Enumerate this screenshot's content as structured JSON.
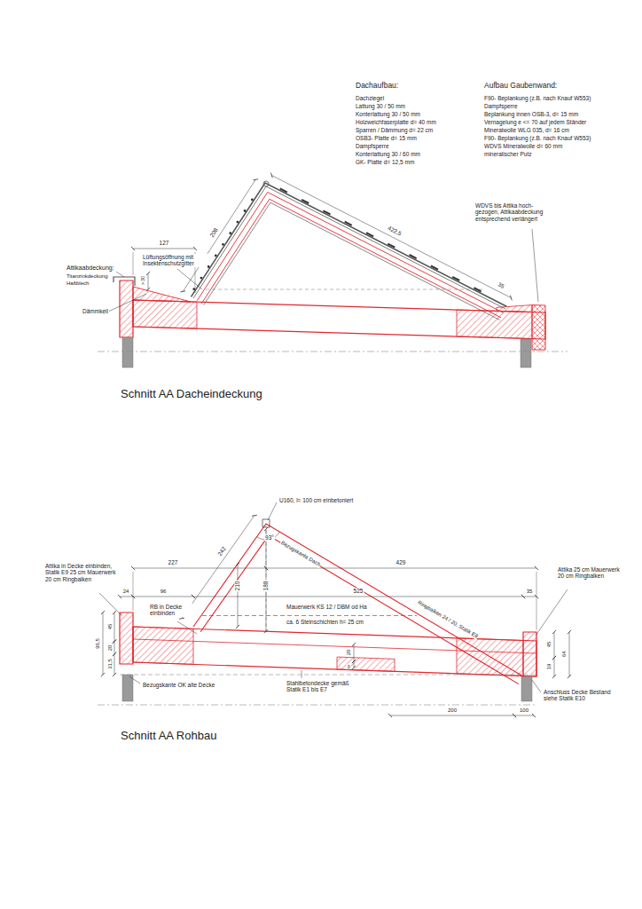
{
  "diagram": {
    "labels": [
      "Dachaufbau:",
      "Dachziegel",
      "Lattung 30 / 50 mm",
      "Konterlattung 30 / 50 mm",
      "Holzweichfaserplatte d= 40 mm",
      "Sparren / Dämmung d= 22 cm",
      "OSB3- Platte d= 15 mm",
      "Dampfsperre",
      "Konterlattung 30 / 60 mm",
      "GK- Platte d= 12,5 mm",
      "Aufbau Gaubenwand:",
      "F90- Beplankung (z.B. nach Knauf W553)",
      "Dampfsperre",
      "Beplankung innen OSB-3, d= 15 mm",
      "Vernagelung e <= 70 auf jedem Ständer",
      "Mineralwolle WLG 035, d= 16 cm",
      "F90- Beplankung (z.B. nach Knauf W553)",
      "WDVS Mineralwolle d= 60 mm",
      "mineralischer Putz",
      "WDVS bis Attika hoch- gezogen, Attikaabdeckung entsprechend verlängert",
      "127",
      "208",
      "422,5",
      "35",
      "Lüftungsöffnung mit Insektenschutzgitter",
      "> 30",
      "Attikaabdeckung:",
      "Titanzinkdeckung",
      "Haftblech",
      "Dämmkeil",
      "Schnitt AA Dacheindeckung",
      "U160, l= 100 cm einbetoniert",
      "242",
      "227",
      "429",
      "210",
      "93°",
      "Bezugskante Dach",
      "188",
      "Mauerwerk KS 12 / DBM od Ha",
      "ca. 6 Steinschichten h= 25 cm",
      "Ringbalken 24 / 20, Statik E8",
      "24",
      "96",
      "525",
      "35",
      "Attika in Decke einbinden, Statik E9 25 cm Mauerwerk 20 cm Ringbalken",
      "RB in Decke einbinden",
      "Attika 25 cm Mauerwerk 20 cm Ringbalken",
      "96,5",
      "45",
      "20",
      "31,5",
      "20",
      "3",
      "45",
      "64",
      "19",
      "Stahlbetondecke gemäß Statik E1 bis E7",
      "Bezugskante OK alte Decke",
      "200",
      "100",
      "Anschluss Decke Bestand siehe Statik E10",
      "Schnitt AA Rohbau"
    ]
  }
}
